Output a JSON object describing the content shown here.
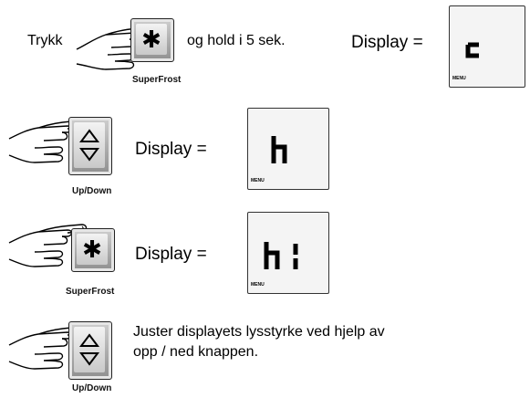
{
  "step1": {
    "prefix": "Trykk",
    "suffix": "og hold i 5 sek.",
    "button_caption": "SuperFrost",
    "display_label": "Display =",
    "display_value": "c",
    "menu_label": "MENU"
  },
  "step2": {
    "button_caption": "Up/Down",
    "display_label": "Display =",
    "display_value": "h",
    "menu_label": "MENU"
  },
  "step3": {
    "button_caption": "SuperFrost",
    "display_label": "Display =",
    "display_value": "h1",
    "menu_label": "MENU"
  },
  "step4": {
    "button_caption": "Up/Down",
    "line1": "Juster displayets lysstyrke ved hjelp av",
    "line2": "opp / ned knappen."
  },
  "icons": {
    "star": "asterisk-icon",
    "updown": "up-down-arrows-icon",
    "hand": "pointing-hand-icon"
  }
}
